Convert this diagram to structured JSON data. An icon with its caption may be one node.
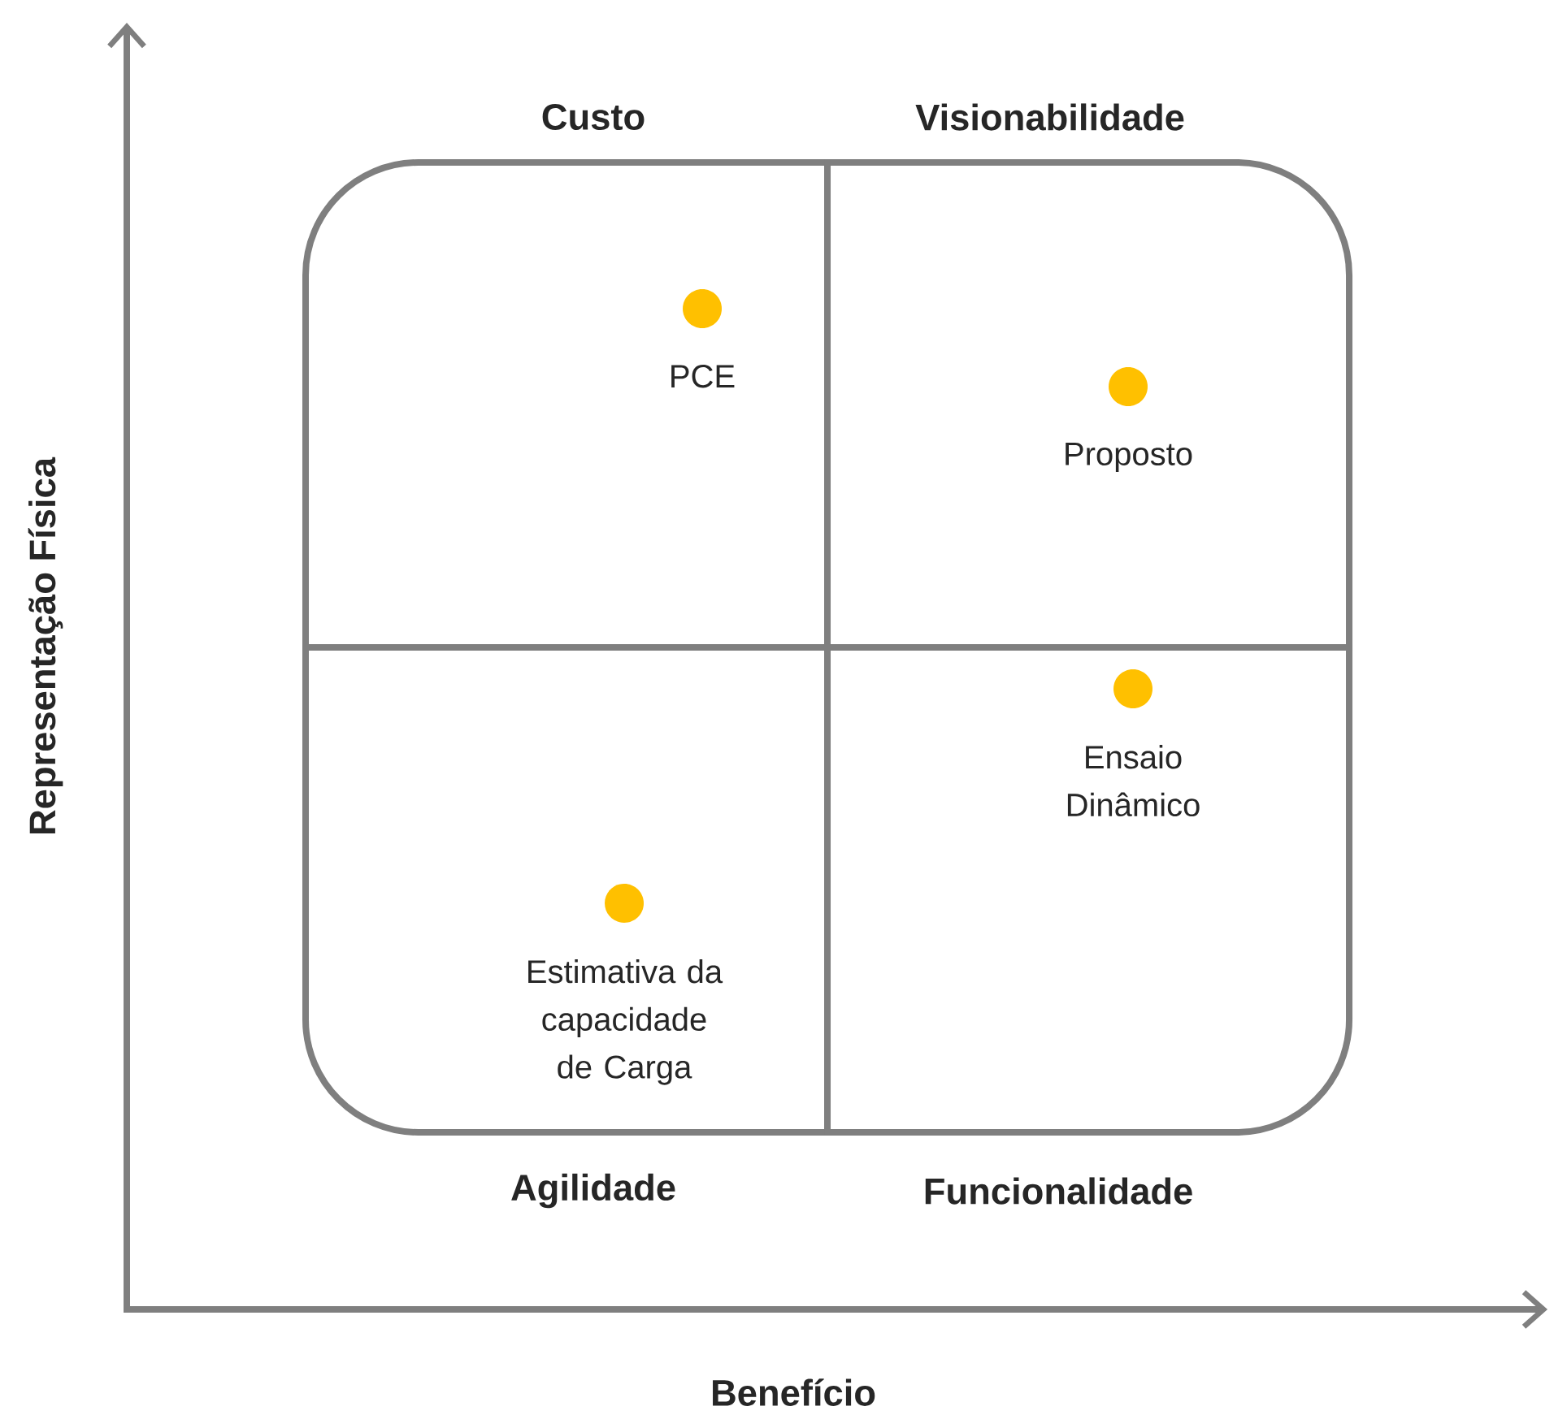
{
  "diagram": {
    "nodes": [
      {
        "text": [],
        "shape": "box"
      },
      {
        "text": [],
        "shape": "circle",
        "in": 0,
        "beside": [
          "PCE"
        ]
      },
      {
        "text": [],
        "shape": "circle",
        "in": 0,
        "beside": [
          "Proposto"
        ]
      },
      {
        "text": [],
        "shape": "circle",
        "in": 0,
        "beside": [
          "Ensaio Dinâmico"
        ]
      },
      {
        "text": [],
        "shape": "circle",
        "in": 0,
        "beside": [
          "Estimativa da capacidade de Carga"
        ]
      }
    ],
    "labels": [
      "Representação Física",
      "Custo",
      "Visionabilidade",
      "Agilidade",
      "Funcionalidade",
      "Benefício"
    ]
  }
}
